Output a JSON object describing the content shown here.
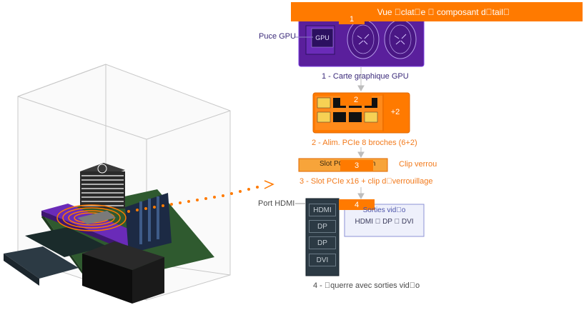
{
  "header": {
    "title": "Vue \u0000clat\u0000e \u0000 composant d\u0000tail\u0000"
  },
  "steps": [
    {
      "badge": "1",
      "caption": "1 - Carte graphique GPU",
      "side_label": "Puce GPU",
      "chip_label": "GPU"
    },
    {
      "badge": "2",
      "caption": "2 - Alim. PCIe 8 broches (6+2)",
      "extra_label": "+2"
    },
    {
      "badge": "3",
      "caption": "3 - Slot PCIe x16 + clip d\u0000verrouillage",
      "slot_label": "Slot PCIe carte m",
      "side_label": "Clip verrou"
    },
    {
      "badge": "4",
      "caption": "4 - \u0000querre avec sorties vid\u0000o",
      "side_label": "Port HDMI",
      "ports": [
        "HDMI",
        "DP",
        "DP",
        "DVI"
      ],
      "info_title": "Sorties vid\u0000o",
      "info_text": "HDMI \u0000 DP \u0000 DVI"
    }
  ],
  "colors": {
    "accent": "#ff7a00",
    "gpu_purple": "#5a1f9c",
    "case_line": "#bdbdbd",
    "text_dark": "#3b2a7a"
  }
}
